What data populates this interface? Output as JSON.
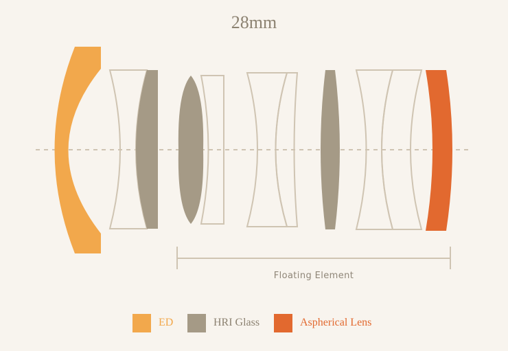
{
  "title": "28mm",
  "floating_label": "Floating Element",
  "legend": [
    {
      "label": "ED",
      "color": "#f2a84c",
      "text_color": "#f2a84c"
    },
    {
      "label": "HRI Glass",
      "color": "#a59a86",
      "text_color": "#8c8271"
    },
    {
      "label": "Aspherical Lens",
      "color": "#e2692f",
      "text_color": "#e2692f"
    }
  ],
  "colors": {
    "background": "#f8f4ee",
    "outline": "#cfc4b2",
    "axis": "#cfc4b2",
    "bracket": "#cfc4b2"
  }
}
